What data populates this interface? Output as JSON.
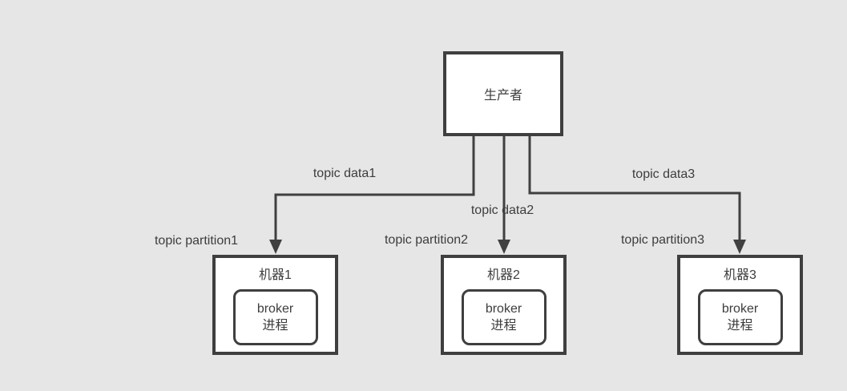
{
  "diagram": {
    "producer": {
      "label": "生产者"
    },
    "edges": [
      {
        "label": "topic data1"
      },
      {
        "label": "topic data2"
      },
      {
        "label": "topic data3"
      }
    ],
    "partitions": [
      {
        "label": "topic partition1"
      },
      {
        "label": "topic partition2"
      },
      {
        "label": "topic partition3"
      }
    ],
    "machines": [
      {
        "title": "机器1",
        "process_line1": "broker",
        "process_line2": "进程"
      },
      {
        "title": "机器2",
        "process_line1": "broker",
        "process_line2": "进程"
      },
      {
        "title": "机器3",
        "process_line1": "broker",
        "process_line2": "进程"
      }
    ],
    "colors": {
      "background": "#e6e6e6",
      "box_fill": "#ffffff",
      "stroke": "#404040",
      "text": "#3d3d3d"
    }
  }
}
